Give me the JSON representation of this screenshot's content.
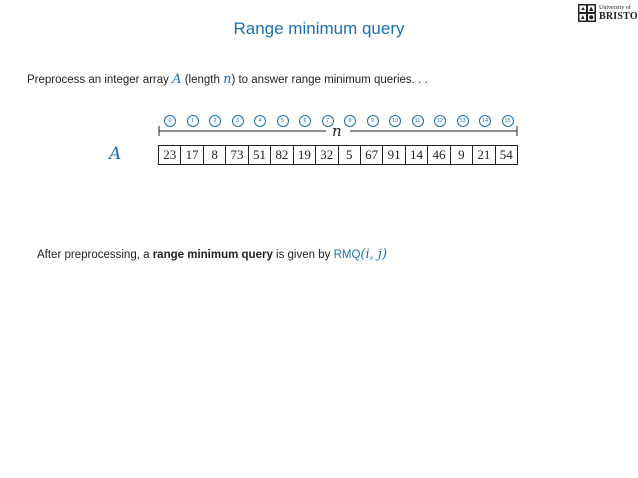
{
  "slide": {
    "title": "Range minimum query",
    "logo": {
      "line1": "University of",
      "line2": "BRISTOL"
    },
    "intro": {
      "part1": "Preprocess an integer array ",
      "var_A": "A",
      "part2": " (length ",
      "var_n": "n",
      "part3": ") to answer range minimum queries. . ."
    },
    "array": {
      "label": "A",
      "length_label": "n",
      "indices": [
        "0",
        "1",
        "2",
        "3",
        "4",
        "5",
        "6",
        "7",
        "8",
        "9",
        "10",
        "11",
        "12",
        "13",
        "14",
        "15"
      ],
      "values": [
        "23",
        "17",
        "8",
        "73",
        "51",
        "82",
        "19",
        "32",
        "5",
        "67",
        "91",
        "14",
        "46",
        "9",
        "21",
        "54"
      ]
    },
    "after": {
      "part1": "After preprocessing, a ",
      "bold": "range minimum query",
      "part2": " is given by ",
      "rmq": "RMQ",
      "args": "(i, j)"
    }
  }
}
